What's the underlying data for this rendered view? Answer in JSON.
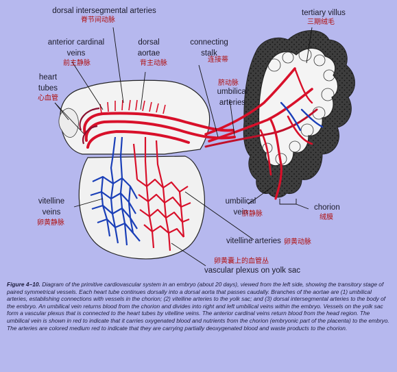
{
  "labels": {
    "dorsal_intersegmental_arteries": {
      "en": "dorsal intersegmental arteries",
      "zh": "脊节间动脉"
    },
    "tertiary_villus": {
      "en": "tertiary villus",
      "zh": "三期绒毛"
    },
    "anterior_cardinal_veins": {
      "en_line1": "anterior cardinal",
      "en_line2": "veins",
      "zh": "前主静脉"
    },
    "dorsal_aortae": {
      "en_line1": "dorsal",
      "en_line2": "aortae",
      "zh": "背主动脉"
    },
    "connecting_stalk": {
      "en_line1": "connecting",
      "en_line2": "stalk",
      "zh": "连接蒂"
    },
    "umbilical_arteries": {
      "zh": "脐动脉",
      "en_line1": "umbilical",
      "en_line2": "arteries"
    },
    "heart_tubes": {
      "en_line1": "heart",
      "en_line2": "tubes",
      "zh": "心血管"
    },
    "vitelline_veins": {
      "en_line1": "vitelline",
      "en_line2": "veins",
      "zh": "卵黄静脉"
    },
    "umbilical_vein": {
      "en_line1": "umbilical",
      "en_line2": "vein",
      "zh": "脐静脉"
    },
    "chorion": {
      "en": "chorion",
      "zh": "绒膜"
    },
    "vitelline_arteries": {
      "en": "vitelline arteries",
      "zh": "卵黄动脉"
    },
    "vascular_plexus": {
      "zh": "卵黄囊上的血管丛",
      "en": "vascular plexus on yolk sac"
    }
  },
  "caption": {
    "figure_label": "Figure 4–10.",
    "text": " Diagram of the primitive cardiovascular system in an embryo (about 20 days), viewed from the left side, showing the transitory stage of paired symmetrical vessels. Each heart tube continues dorsally into a dorsal aorta that passes caudally. Branches of the aortae are (1) umbilical arteries, establishing connections with vessels in the chorion; (2) vitelline arteries to the yolk sac; and (3) dorsal intersegmental arteries to the body of the embryo. An umbilical vein returns blood from the chorion and divides into right and left umbilical veins within the embryo. Vessels on the yolk sac form a vascular plexus that is connected to the heart tubes by vitelline veins. The anterior cardinal veins return blood from the head region. The umbilical vein is shown in red to indicate that it carries oxygenated blood and nutrients from the chorion (embryonic part of the placenta) to the embryo. The arteries are colored medium red to indicate that they are carrying partially deoxygenated blood and waste products to the chorion."
  },
  "colors": {
    "background": "#b6b8ee",
    "embryo": "#f2f2f2",
    "artery": "#d8102a",
    "vein_blue": "#1a3fb8",
    "chorion": "#3a3a3a",
    "label_red": "#b01010"
  },
  "icons": [
    "embryo-diagram",
    "yolk-sac",
    "chorionic-villus"
  ]
}
